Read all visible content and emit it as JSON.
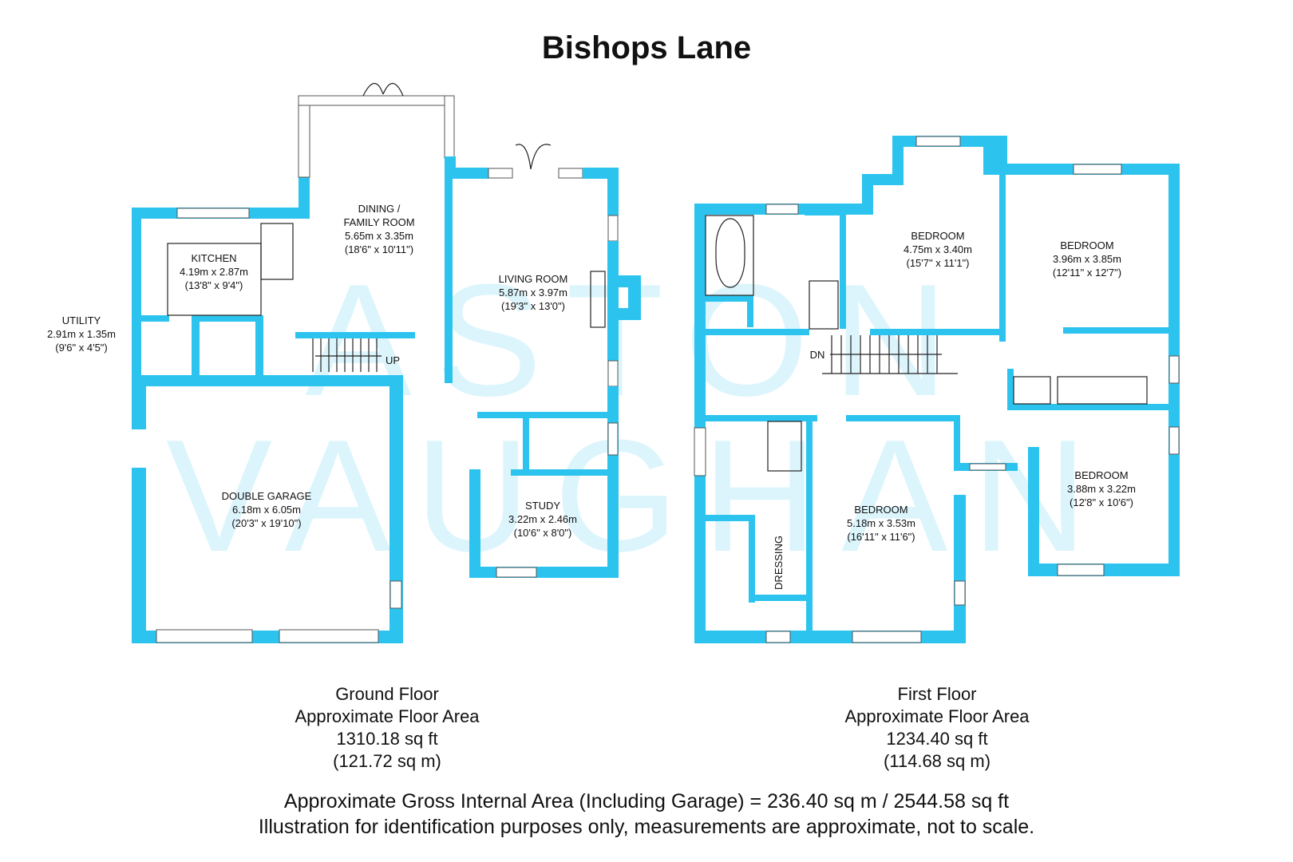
{
  "title": "Bishops Lane",
  "watermark": {
    "line1": "ASTON",
    "line2": "VAUGHAN"
  },
  "colors": {
    "wall": "#2cc4ef",
    "text": "#111111",
    "background": "#ffffff"
  },
  "ground_floor": {
    "rooms": [
      {
        "name": "DINING /",
        "name2": "FAMILY ROOM",
        "metric": "5.65m x 3.35m",
        "imperial": "(18'6\" x 10'11\")"
      },
      {
        "name": "KITCHEN",
        "metric": "4.19m x 2.87m",
        "imperial": "(13'8\" x 9'4\")"
      },
      {
        "name": "LIVING ROOM",
        "metric": "5.87m x 3.97m",
        "imperial": "(19'3\" x 13'0\")"
      },
      {
        "name": "UTILITY",
        "metric": "2.91m x 1.35m",
        "imperial": "(9'6\" x 4'5\")"
      },
      {
        "name": "DOUBLE GARAGE",
        "metric": "6.18m x 6.05m",
        "imperial": "(20'3\" x 19'10\")"
      },
      {
        "name": "STUDY",
        "metric": "3.22m x 2.46m",
        "imperial": "(10'6\" x 8'0\")"
      }
    ],
    "stairs_label": "UP",
    "caption": {
      "line1": "Ground Floor",
      "line2": "Approximate Floor Area",
      "line3": "1310.18 sq ft",
      "line4": "(121.72 sq m)"
    }
  },
  "first_floor": {
    "rooms": [
      {
        "name": "BEDROOM",
        "metric": "4.75m x 3.40m",
        "imperial": "(15'7\" x 11'1\")"
      },
      {
        "name": "BEDROOM",
        "metric": "3.96m x 3.85m",
        "imperial": "(12'11\" x 12'7\")"
      },
      {
        "name": "BEDROOM",
        "metric": "3.88m x 3.22m",
        "imperial": "(12'8\" x 10'6\")"
      },
      {
        "name": "BEDROOM",
        "metric": "5.18m x 3.53m",
        "imperial": "(16'11\" x 11'6\")"
      }
    ],
    "stairs_label": "DN",
    "dressing_label": "DRESSING",
    "caption": {
      "line1": "First Floor",
      "line2": "Approximate Floor Area",
      "line3": "1234.40 sq ft",
      "line4": "(114.68 sq m)"
    }
  },
  "footer": {
    "gross_area": "Approximate Gross Internal Area (Including Garage) = 236.40 sq m / 2544.58 sq ft",
    "disclaimer": "Illustration for identification purposes only, measurements are approximate, not to scale."
  }
}
